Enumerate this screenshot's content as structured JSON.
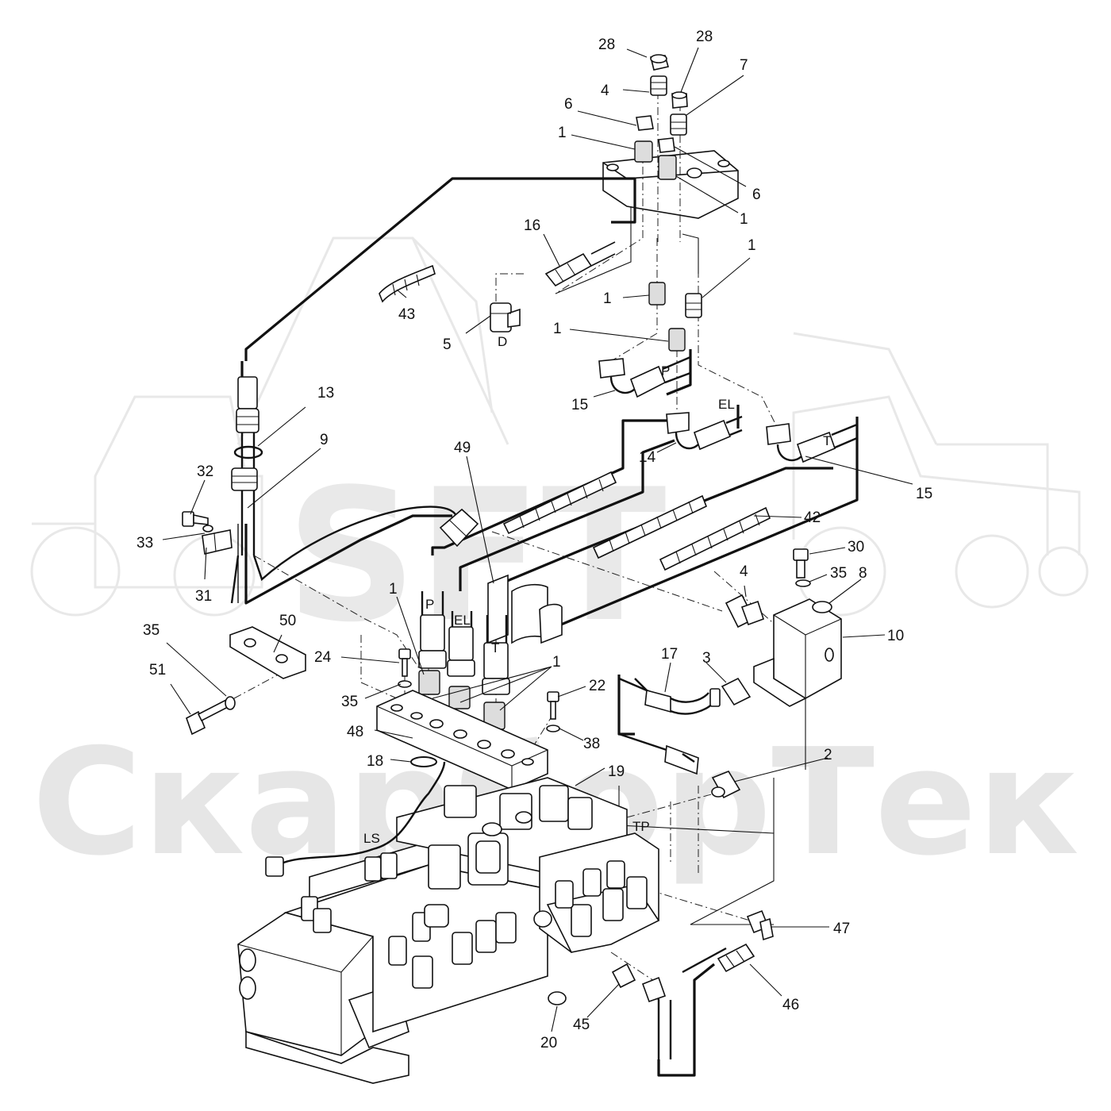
{
  "watermark": {
    "logo_text": "SFT",
    "brand_text": "СкарборТек"
  },
  "callouts": [
    {
      "id": "c28a",
      "text": "28"
    },
    {
      "id": "c28b",
      "text": "28"
    },
    {
      "id": "c4a",
      "text": "4"
    },
    {
      "id": "c7",
      "text": "7"
    },
    {
      "id": "c6a",
      "text": "6"
    },
    {
      "id": "c1a",
      "text": "1"
    },
    {
      "id": "c6b",
      "text": "6"
    },
    {
      "id": "c1b",
      "text": "1"
    },
    {
      "id": "c1c",
      "text": "1"
    },
    {
      "id": "c16",
      "text": "16"
    },
    {
      "id": "c1d",
      "text": "1"
    },
    {
      "id": "c43",
      "text": "43"
    },
    {
      "id": "c5",
      "text": "5"
    },
    {
      "id": "c1e",
      "text": "1"
    },
    {
      "id": "c15a",
      "text": "15"
    },
    {
      "id": "c13",
      "text": "13"
    },
    {
      "id": "c9",
      "text": "9"
    },
    {
      "id": "c49",
      "text": "49"
    },
    {
      "id": "c14",
      "text": "14"
    },
    {
      "id": "c15b",
      "text": "15"
    },
    {
      "id": "c32",
      "text": "32"
    },
    {
      "id": "c33",
      "text": "33"
    },
    {
      "id": "c31",
      "text": "31"
    },
    {
      "id": "c42",
      "text": "42"
    },
    {
      "id": "c30",
      "text": "30"
    },
    {
      "id": "c35a",
      "text": "35"
    },
    {
      "id": "c8",
      "text": "8"
    },
    {
      "id": "c4b",
      "text": "4"
    },
    {
      "id": "c1f",
      "text": "1"
    },
    {
      "id": "c10",
      "text": "10"
    },
    {
      "id": "c35b",
      "text": "35"
    },
    {
      "id": "c50",
      "text": "50"
    },
    {
      "id": "c24",
      "text": "24"
    },
    {
      "id": "c17",
      "text": "17"
    },
    {
      "id": "c3",
      "text": "3"
    },
    {
      "id": "c1g",
      "text": "1"
    },
    {
      "id": "c51",
      "text": "51"
    },
    {
      "id": "c35c",
      "text": "35"
    },
    {
      "id": "c22",
      "text": "22"
    },
    {
      "id": "c48",
      "text": "48"
    },
    {
      "id": "c38",
      "text": "38"
    },
    {
      "id": "c2",
      "text": "2"
    },
    {
      "id": "c18",
      "text": "18"
    },
    {
      "id": "c19",
      "text": "19"
    },
    {
      "id": "c47",
      "text": "47"
    },
    {
      "id": "c46",
      "text": "46"
    },
    {
      "id": "c20",
      "text": "20"
    },
    {
      "id": "c45",
      "text": "45"
    }
  ],
  "port_labels": [
    {
      "id": "pD",
      "text": "D"
    },
    {
      "id": "pP1",
      "text": "P"
    },
    {
      "id": "pEL1",
      "text": "EL"
    },
    {
      "id": "pT1",
      "text": "T"
    },
    {
      "id": "pP2",
      "text": "P"
    },
    {
      "id": "pEL2",
      "text": "EL"
    },
    {
      "id": "pT2",
      "text": "T"
    },
    {
      "id": "pLS",
      "text": "LS"
    },
    {
      "id": "pTP",
      "text": "TP"
    }
  ]
}
